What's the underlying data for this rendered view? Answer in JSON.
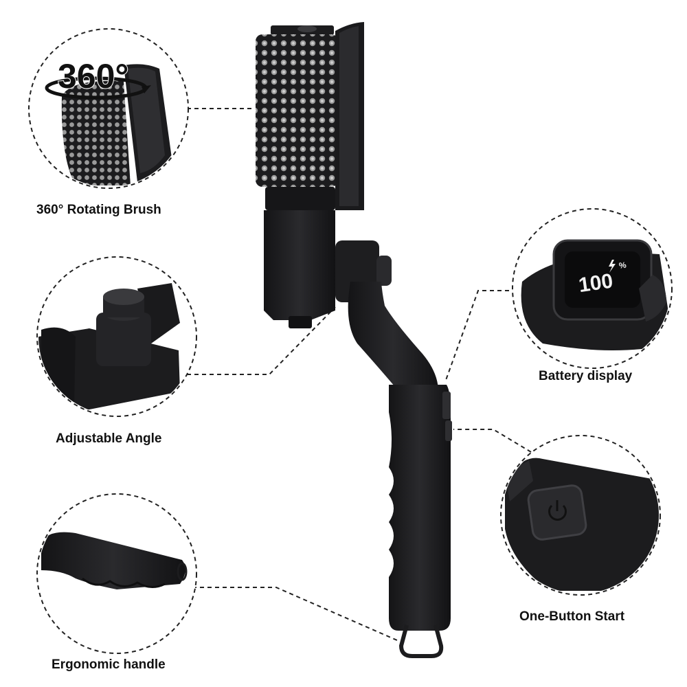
{
  "features": [
    {
      "id": "rotating-brush",
      "label": "360° Rotating Brush",
      "badge": "360°"
    },
    {
      "id": "adjustable-angle",
      "label": "Adjustable Angle"
    },
    {
      "id": "ergonomic-handle",
      "label": "Ergonomic handle"
    },
    {
      "id": "battery-display",
      "label": "Battery display",
      "battery_readout": "100",
      "battery_unit": "%"
    },
    {
      "id": "one-button-start",
      "label": "One-Button Start"
    }
  ],
  "colors": {
    "background": "#ffffff",
    "product_body": "#1c1c1e",
    "product_highlight": "#3a3a3d",
    "bristle_tip": "#9a9a9a",
    "leader_line": "#222222",
    "label_text": "#111111",
    "display_digits": "#f2f2f2"
  }
}
